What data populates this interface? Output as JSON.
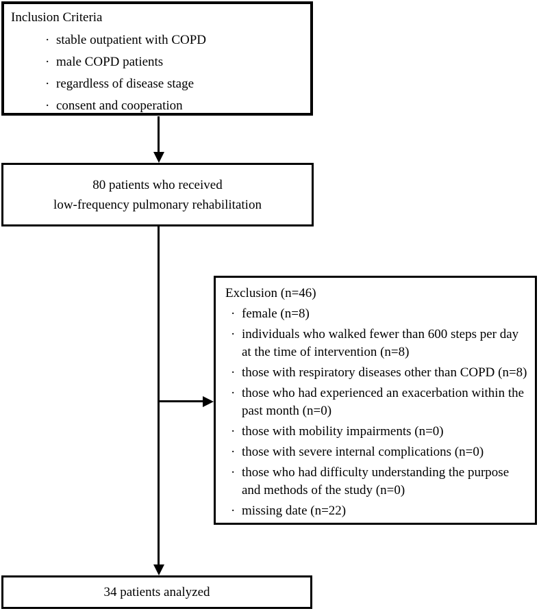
{
  "flow": {
    "bullet": "·",
    "colors": {
      "line": "#000000",
      "text": "#000000",
      "background": "#ffffff"
    },
    "inclusion": {
      "title": "Inclusion Criteria",
      "items": [
        "stable outpatient with COPD",
        "male COPD patients",
        "regardless of disease stage",
        "consent and cooperation"
      ]
    },
    "cohort": {
      "line1": "80 patients who received",
      "line2": "low-frequency pulmonary rehabilitation"
    },
    "exclusion": {
      "title": "Exclusion (n=46)",
      "items": [
        "female (n=8)",
        "individuals who walked fewer than 600 steps per day at the time of intervention (n=8)",
        "those with respiratory diseases other than COPD (n=8)",
        "those who had experienced an exacerbation within the past month (n=0)",
        "those with mobility impairments (n=0)",
        "those with severe internal complications (n=0)",
        "those who had difficulty understanding the purpose and methods of the study (n=0)",
        "missing date (n=22)"
      ]
    },
    "analyzed": {
      "label": "34 patients analyzed"
    }
  }
}
